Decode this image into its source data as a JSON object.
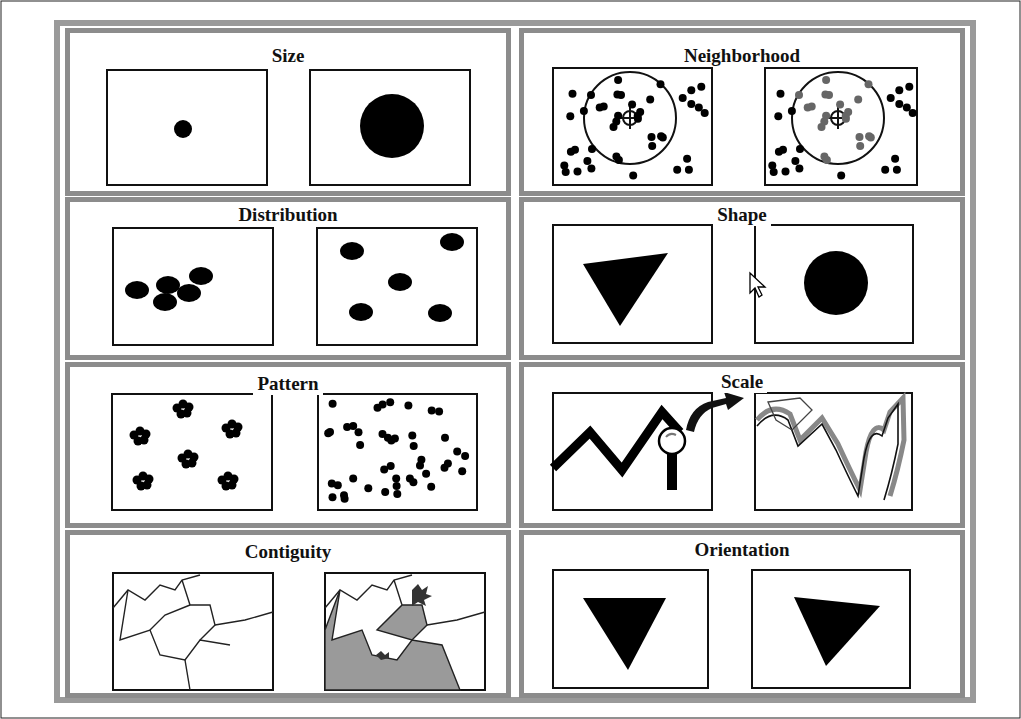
{
  "diagram": {
    "nodes": [
      {
        "text": [
          "Size"
        ]
      },
      {
        "text": [
          "Neighborhood"
        ]
      },
      {
        "text": [
          "Distribution"
        ]
      },
      {
        "text": [
          "Shape"
        ]
      },
      {
        "text": [
          "Pattern"
        ]
      },
      {
        "text": [
          "Scale"
        ]
      },
      {
        "text": [
          "Contiguity"
        ]
      },
      {
        "text": [
          "Orientation"
        ]
      }
    ]
  }
}
